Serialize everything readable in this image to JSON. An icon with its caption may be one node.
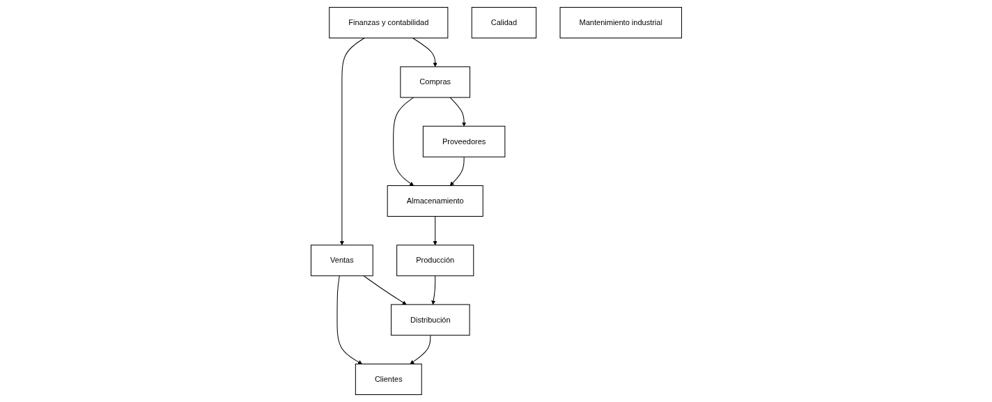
{
  "diagram": {
    "nodes": [
      {
        "text": [
          "Compras"
        ]
      },
      {
        "text": [
          "Finanzas y contabilidad"
        ]
      },
      {
        "text": [
          "Ventas"
        ]
      },
      {
        "text": [
          "Proveedores"
        ]
      },
      {
        "text": [
          "Almacenamiento"
        ]
      },
      {
        "text": [
          "Producción"
        ]
      },
      {
        "text": [
          "Distribución"
        ]
      },
      {
        "text": [
          "Clientes"
        ]
      },
      {
        "text": [
          "Calidad"
        ]
      },
      {
        "text": [
          "Mantenimiento industrial"
        ]
      }
    ],
    "edges": [
      {
        "from": 1,
        "to": 0,
        "arrow": "to"
      },
      {
        "from": 1,
        "to": 2,
        "arrow": "to"
      },
      {
        "from": 0,
        "to": 3,
        "arrow": "to"
      },
      {
        "from": 0,
        "to": 4,
        "arrow": "to"
      },
      {
        "from": 2,
        "to": 6,
        "arrow": "to"
      },
      {
        "from": 2,
        "to": 7,
        "arrow": "to"
      },
      {
        "from": 3,
        "to": 4,
        "arrow": "to"
      },
      {
        "from": 4,
        "to": 5,
        "arrow": "to"
      },
      {
        "from": 5,
        "to": 6,
        "arrow": "to"
      },
      {
        "from": 6,
        "to": 7,
        "arrow": "to"
      }
    ]
  }
}
